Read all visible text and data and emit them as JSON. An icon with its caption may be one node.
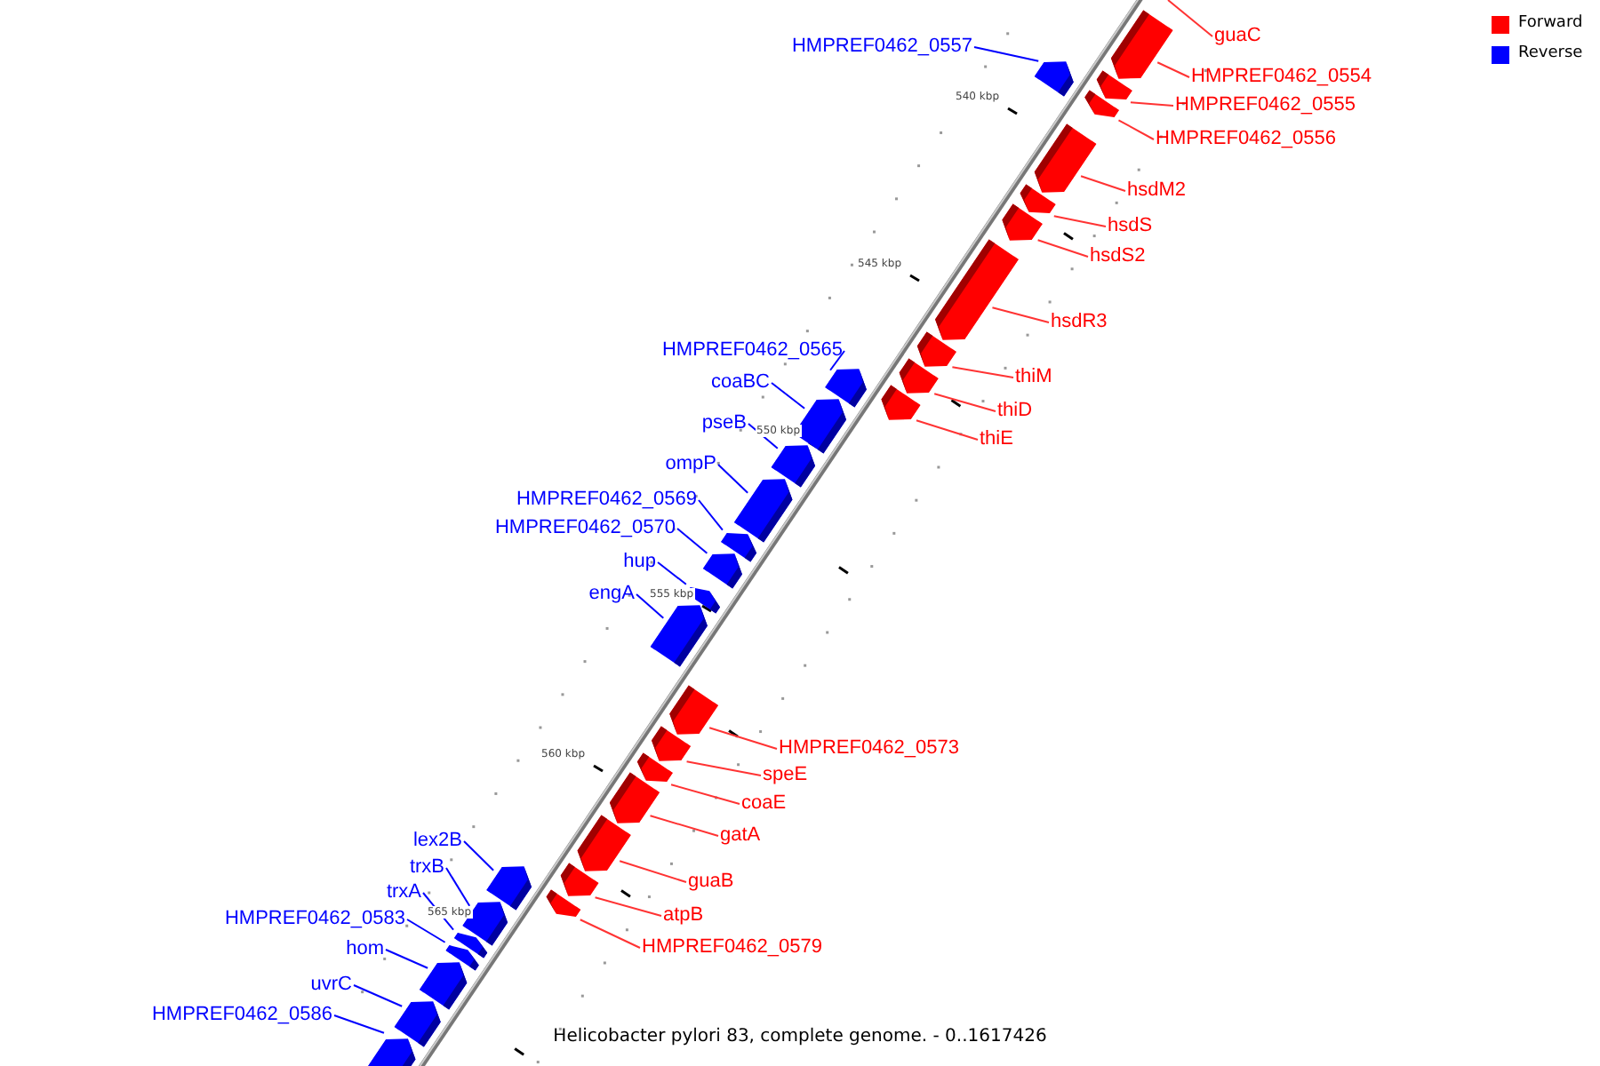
{
  "diagram": {
    "caption": "Helicobacter pylori 83, complete genome. - 0..1617426",
    "nodes": [
      {
        "text": [
          "guaC"
        ]
      },
      {
        "text": [
          "HMPREF0462_0557"
        ]
      },
      {
        "text": [],
        "shape": "arrow"
      },
      {
        "text": [
          "HMPREF0462_0554"
        ]
      },
      {
        "text": [],
        "shape": "arrow"
      },
      {
        "text": [
          "HMPREF0462_0555"
        ]
      },
      {
        "text": [],
        "shape": "arrow"
      },
      {
        "text": [
          "HMPREF0462_0556"
        ]
      },
      {
        "text": [],
        "shape": "arrow"
      },
      {
        "text": [
          "hsdM2"
        ]
      },
      {
        "text": [],
        "shape": "arrow"
      },
      {
        "text": [
          "hsdS"
        ]
      },
      {
        "text": [],
        "shape": "arrow"
      },
      {
        "text": [
          "hsdS2"
        ]
      },
      {
        "text": [],
        "shape": "arrow"
      },
      {
        "text": [
          "hsdR3"
        ]
      },
      {
        "text": [],
        "shape": "arrow"
      },
      {
        "text": [
          "HMPREF0462_0565"
        ]
      },
      {
        "text": [],
        "shape": "arrow"
      },
      {
        "text": [
          "thiM"
        ]
      },
      {
        "text": [],
        "shape": "arrow"
      },
      {
        "text": [
          "coaBC"
        ]
      },
      {
        "text": [],
        "shape": "arrow"
      },
      {
        "text": [
          "thiD"
        ]
      },
      {
        "text": [],
        "shape": "arrow"
      },
      {
        "text": [
          "pseB"
        ]
      },
      {
        "text": [],
        "shape": "arrow"
      },
      {
        "text": [
          "thiE"
        ]
      },
      {
        "text": [],
        "shape": "arrow"
      },
      {
        "text": [
          "ompP"
        ]
      },
      {
        "text": [],
        "shape": "arrow"
      },
      {
        "text": [
          "HMPREF0462_0569"
        ]
      },
      {
        "text": [],
        "shape": "arrow"
      },
      {
        "text": [
          "HMPREF0462_0570"
        ]
      },
      {
        "text": [],
        "shape": "arrow"
      },
      {
        "text": [
          "hup"
        ]
      },
      {
        "text": [],
        "shape": "arrow"
      },
      {
        "text": [
          "engA"
        ]
      },
      {
        "text": [],
        "shape": "arrow"
      },
      {
        "text": [
          "HMPREF0462_0573"
        ]
      },
      {
        "text": [],
        "shape": "arrow"
      },
      {
        "text": [
          "speE"
        ]
      },
      {
        "text": [],
        "shape": "arrow"
      },
      {
        "text": [
          "coaE"
        ]
      },
      {
        "text": [],
        "shape": "arrow"
      },
      {
        "text": [
          "gatA"
        ]
      },
      {
        "text": [],
        "shape": "arrow"
      },
      {
        "text": [
          "lex2B"
        ]
      },
      {
        "text": [],
        "shape": "arrow"
      },
      {
        "text": [
          "trxB"
        ]
      },
      {
        "text": [],
        "shape": "arrow"
      },
      {
        "text": [
          "guaB"
        ]
      },
      {
        "text": [],
        "shape": "arrow"
      },
      {
        "text": [
          "trxA"
        ]
      },
      {
        "text": [],
        "shape": "arrow"
      },
      {
        "text": [
          "atpB"
        ]
      },
      {
        "text": [],
        "shape": "arrow"
      },
      {
        "text": [
          "HMPREF0462_0583"
        ]
      },
      {
        "text": [],
        "shape": "arrow"
      },
      {
        "text": [
          "HMPREF0462_0579"
        ]
      },
      {
        "text": [],
        "shape": "arrow"
      },
      {
        "text": [
          "hom"
        ]
      },
      {
        "text": [],
        "shape": "arrow"
      },
      {
        "text": [
          "uvrC"
        ]
      },
      {
        "text": [],
        "shape": "arrow"
      },
      {
        "text": [
          "HMPREF0462_0586"
        ]
      },
      {
        "text": [],
        "shape": "arrow"
      }
    ],
    "edges": [
      {
        "from": 0,
        "to": null,
        "arrow": "none"
      },
      {
        "from": 1,
        "to": 2,
        "arrow": "none",
        "color": "#0000ff"
      },
      {
        "from": 3,
        "to": 4,
        "arrow": "none"
      },
      {
        "from": 5,
        "to": 6,
        "arrow": "none"
      },
      {
        "from": 7,
        "to": 8,
        "arrow": "none"
      },
      {
        "from": 9,
        "to": 10,
        "arrow": "none"
      },
      {
        "from": 11,
        "to": 12,
        "arrow": "none"
      },
      {
        "from": 13,
        "to": 14,
        "arrow": "none"
      },
      {
        "from": 15,
        "to": 16,
        "arrow": "none"
      },
      {
        "from": 17,
        "to": 18,
        "arrow": "none",
        "color": "#0000ff"
      },
      {
        "from": 19,
        "to": 20,
        "arrow": "none"
      },
      {
        "from": 21,
        "to": 22,
        "arrow": "none",
        "color": "#0000ff"
      },
      {
        "from": 23,
        "to": 24,
        "arrow": "none"
      },
      {
        "from": 25,
        "to": 26,
        "arrow": "none",
        "color": "#0000ff"
      },
      {
        "from": 27,
        "to": 28,
        "arrow": "none"
      },
      {
        "from": 29,
        "to": 30,
        "arrow": "none",
        "color": "#0000ff"
      },
      {
        "from": 31,
        "to": 32,
        "arrow": "none",
        "color": "#0000ff"
      },
      {
        "from": 33,
        "to": 34,
        "arrow": "none",
        "color": "#0000ff"
      },
      {
        "from": 35,
        "to": 36,
        "arrow": "none",
        "color": "#0000ff"
      },
      {
        "from": 37,
        "to": 38,
        "arrow": "none",
        "color": "#0000ff"
      },
      {
        "from": 39,
        "to": 40,
        "arrow": "none"
      },
      {
        "from": 41,
        "to": 42,
        "arrow": "none"
      },
      {
        "from": 43,
        "to": 44,
        "arrow": "none"
      },
      {
        "from": 45,
        "to": 46,
        "arrow": "none"
      },
      {
        "from": 47,
        "to": 48,
        "arrow": "none",
        "color": "#0000ff"
      },
      {
        "from": 49,
        "to": 50,
        "arrow": "none",
        "color": "#0000ff"
      },
      {
        "from": 51,
        "to": 52,
        "arrow": "none"
      },
      {
        "from": 53,
        "to": 54,
        "arrow": "none",
        "color": "#0000ff"
      },
      {
        "from": 55,
        "to": 56,
        "arrow": "none"
      },
      {
        "from": 57,
        "to": 58,
        "arrow": "none",
        "color": "#0000ff"
      },
      {
        "from": 59,
        "to": 60,
        "arrow": "none"
      },
      {
        "from": 61,
        "to": 62,
        "arrow": "none",
        "color": "#0000ff"
      },
      {
        "from": 63,
        "to": 64,
        "arrow": "none",
        "color": "#0000ff"
      },
      {
        "from": 65,
        "to": 66,
        "arrow": "none",
        "color": "#0000ff"
      }
    ],
    "labels": [
      "540 kbp",
      "545 kbp",
      "550 kbp",
      "555 kbp",
      "560 kbp",
      "565 kbp"
    ],
    "legend": [
      {
        "text": "Forward",
        "color": "#ff0000"
      },
      {
        "text": "Reverse",
        "color": "#0000ff"
      }
    ]
  }
}
